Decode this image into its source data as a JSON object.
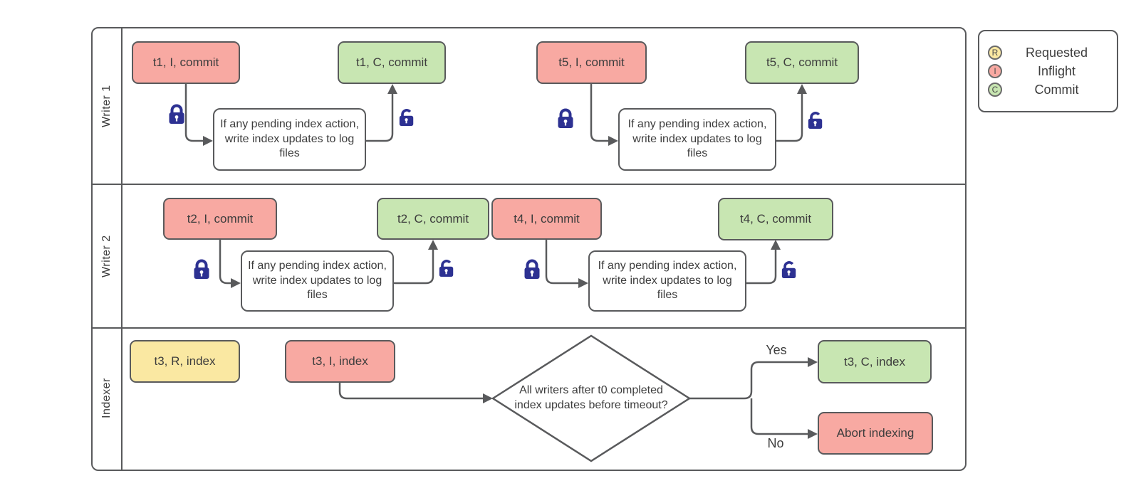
{
  "diagram": {
    "lanes": [
      {
        "label": "Writer 1"
      },
      {
        "label": "Writer 2"
      },
      {
        "label": "Indexer"
      }
    ]
  },
  "nodes": {
    "t1_inflight": "t1, I, commit",
    "t1_commit": "t1, C, commit",
    "t5_inflight": "t5, I, commit",
    "t5_commit": "t5, C, commit",
    "t2_inflight": "t2, I, commit",
    "t2_commit": "t2, C, commit",
    "t4_inflight": "t4, I, commit",
    "t4_commit": "t4, C, commit",
    "t3_requested": "t3, R, index",
    "t3_inflight": "t3, I, index",
    "t3_commit": "t3, C, index",
    "abort": "Abort indexing",
    "process_note": "If any pending index action, write index updates to log files",
    "decision": "All writers after t0 completed index updates before timeout?"
  },
  "edge_labels": {
    "yes": "Yes",
    "no": "No"
  },
  "legend": {
    "items": [
      {
        "letter": "R",
        "label": "Requested",
        "color": "#fae8a2"
      },
      {
        "letter": "I",
        "label": "Inflight",
        "color": "#f8a9a2"
      },
      {
        "letter": "C",
        "label": "Commit",
        "color": "#c8e6b2"
      }
    ]
  },
  "colors": {
    "requested_fill": "#fae8a2",
    "inflight_fill": "#f8a9a2",
    "commit_fill": "#c8e6b2",
    "stroke": "#595a5c",
    "lock": "#2d3192"
  }
}
